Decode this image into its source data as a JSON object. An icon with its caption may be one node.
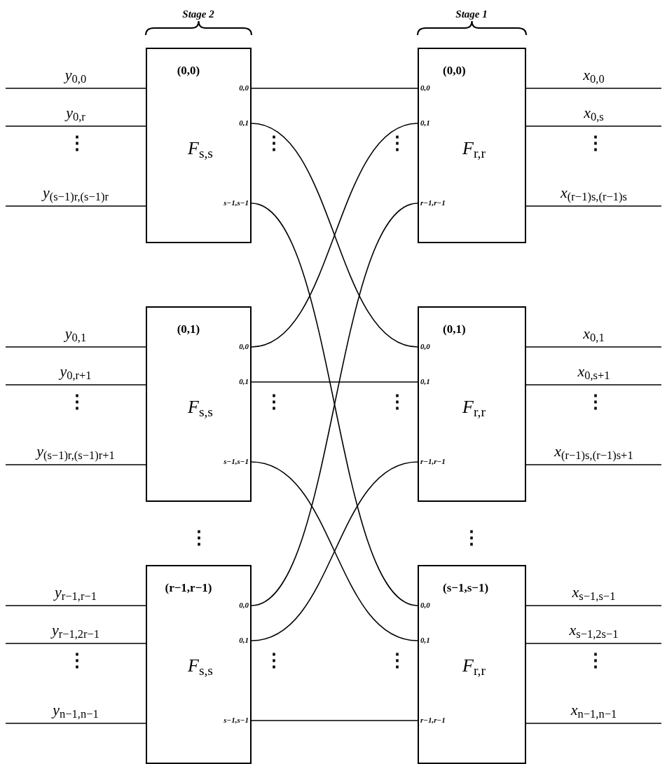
{
  "diagram": {
    "nodes": [
      {
        "text": [
          "(0,0)",
          "*F*$_{s,s}$"
        ]
      },
      {
        "text": [
          "0,0"
        ],
        "in": 0
      },
      {
        "text": [
          "0,1"
        ],
        "in": 0
      },
      {
        "text": [
          "s−1,s−1"
        ],
        "in": 0
      },
      {
        "text": [
          "(0,0)",
          "*F*$_{r,r}$"
        ]
      },
      {
        "text": [
          "0,0"
        ],
        "in": 4
      },
      {
        "text": [
          "0,1"
        ],
        "in": 4
      },
      {
        "text": [
          "r−1,r−1"
        ],
        "in": 4
      },
      {
        "text": [
          "(0,1)",
          "*F*$_{s,s}$"
        ]
      },
      {
        "text": [
          "0,0"
        ],
        "in": 8
      },
      {
        "text": [
          "0,1"
        ],
        "in": 8
      },
      {
        "text": [
          "s−1,s−1"
        ],
        "in": 8
      },
      {
        "text": [
          "(0,1)",
          "*F*$_{r,r}$"
        ]
      },
      {
        "text": [
          "0,0"
        ],
        "in": 12
      },
      {
        "text": [
          "0,1"
        ],
        "in": 12
      },
      {
        "text": [
          "r−1,r−1"
        ],
        "in": 12
      },
      {
        "text": [
          "(r−1,r−1)",
          "*F*$_{s,s}$"
        ]
      },
      {
        "text": [
          "0,0"
        ],
        "in": 16
      },
      {
        "text": [
          "0,1"
        ],
        "in": 16
      },
      {
        "text": [
          "s−1,s−1"
        ],
        "in": 16
      },
      {
        "text": [
          "(s−1,s−1)",
          "*F*$_{r,r}$"
        ]
      },
      {
        "text": [
          "0,0"
        ],
        "in": 20
      },
      {
        "text": [
          "0,1"
        ],
        "in": 20
      },
      {
        "text": [
          "r−1,r−1"
        ],
        "in": 20
      }
    ],
    "edges": [
      {
        "from": null,
        "to": 0,
        "arrow": "none",
        "label": "*y*$_{0,0}$"
      },
      {
        "from": null,
        "to": 0,
        "arrow": "none",
        "label": "*y*$_{0,r}$"
      },
      {
        "from": null,
        "to": 0,
        "arrow": "none",
        "label": "*y*$_{(s−1)r,(s−1)r}$"
      },
      {
        "from": 4,
        "to": null,
        "arrow": "none",
        "label": "*x*$_{0,0}$"
      },
      {
        "from": 4,
        "to": null,
        "arrow": "none",
        "label": "*x*$_{0,s}$"
      },
      {
        "from": 4,
        "to": null,
        "arrow": "none",
        "label": "*x*$_{(r−1)s,(r−1)s}$"
      },
      {
        "from": null,
        "to": 8,
        "arrow": "none",
        "label": "*y*$_{0,1}$"
      },
      {
        "from": null,
        "to": 8,
        "arrow": "none",
        "label": "*y*$_{0,r+1}$"
      },
      {
        "from": null,
        "to": 8,
        "arrow": "none",
        "label": "*y*$_{(s−1)r,(s−1)r+1}$"
      },
      {
        "from": 12,
        "to": null,
        "arrow": "none",
        "label": "*x*$_{0,1}$"
      },
      {
        "from": 12,
        "to": null,
        "arrow": "none",
        "label": "*x*$_{0,s+1}$"
      },
      {
        "from": 12,
        "to": null,
        "arrow": "none",
        "label": "*x*$_{(r−1)s,(r−1)s+1}$"
      },
      {
        "from": null,
        "to": 16,
        "arrow": "none",
        "label": "*y*$_{r−1,r−1}$"
      },
      {
        "from": null,
        "to": 16,
        "arrow": "none",
        "label": "*y*$_{r−1,2r−1}$"
      },
      {
        "from": null,
        "to": 16,
        "arrow": "none",
        "label": "*y*$_{n−1,n−1}$"
      },
      {
        "from": 20,
        "to": null,
        "arrow": "none",
        "label": "*x*$_{s−1,s−1}$"
      },
      {
        "from": 20,
        "to": null,
        "arrow": "none",
        "label": "*x*$_{s−1,2s−1}$"
      },
      {
        "from": 20,
        "to": null,
        "arrow": "none",
        "label": "*x*$_{n−1,n−1}$"
      },
      {
        "from": 1,
        "to": 5,
        "arrow": "none"
      },
      {
        "from": 2,
        "to": 13,
        "arrow": "none"
      },
      {
        "from": 3,
        "to": 21,
        "arrow": "none"
      },
      {
        "from": 9,
        "to": 6,
        "arrow": "none"
      },
      {
        "from": 10,
        "to": 14,
        "arrow": "none"
      },
      {
        "from": 11,
        "to": 22,
        "arrow": "none"
      },
      {
        "from": 17,
        "to": 7,
        "arrow": "none"
      },
      {
        "from": 18,
        "to": 15,
        "arrow": "none"
      },
      {
        "from": 19,
        "to": 23,
        "arrow": "none"
      }
    ],
    "labels": [
      "Stage 2",
      "Stage 1",
      "⋮",
      "⋮",
      "⋮",
      "⋮",
      "⋮",
      "⋮",
      "⋮",
      "⋮",
      "⋮",
      "⋮",
      "⋮",
      "⋮",
      "⋮",
      "⋮"
    ]
  }
}
